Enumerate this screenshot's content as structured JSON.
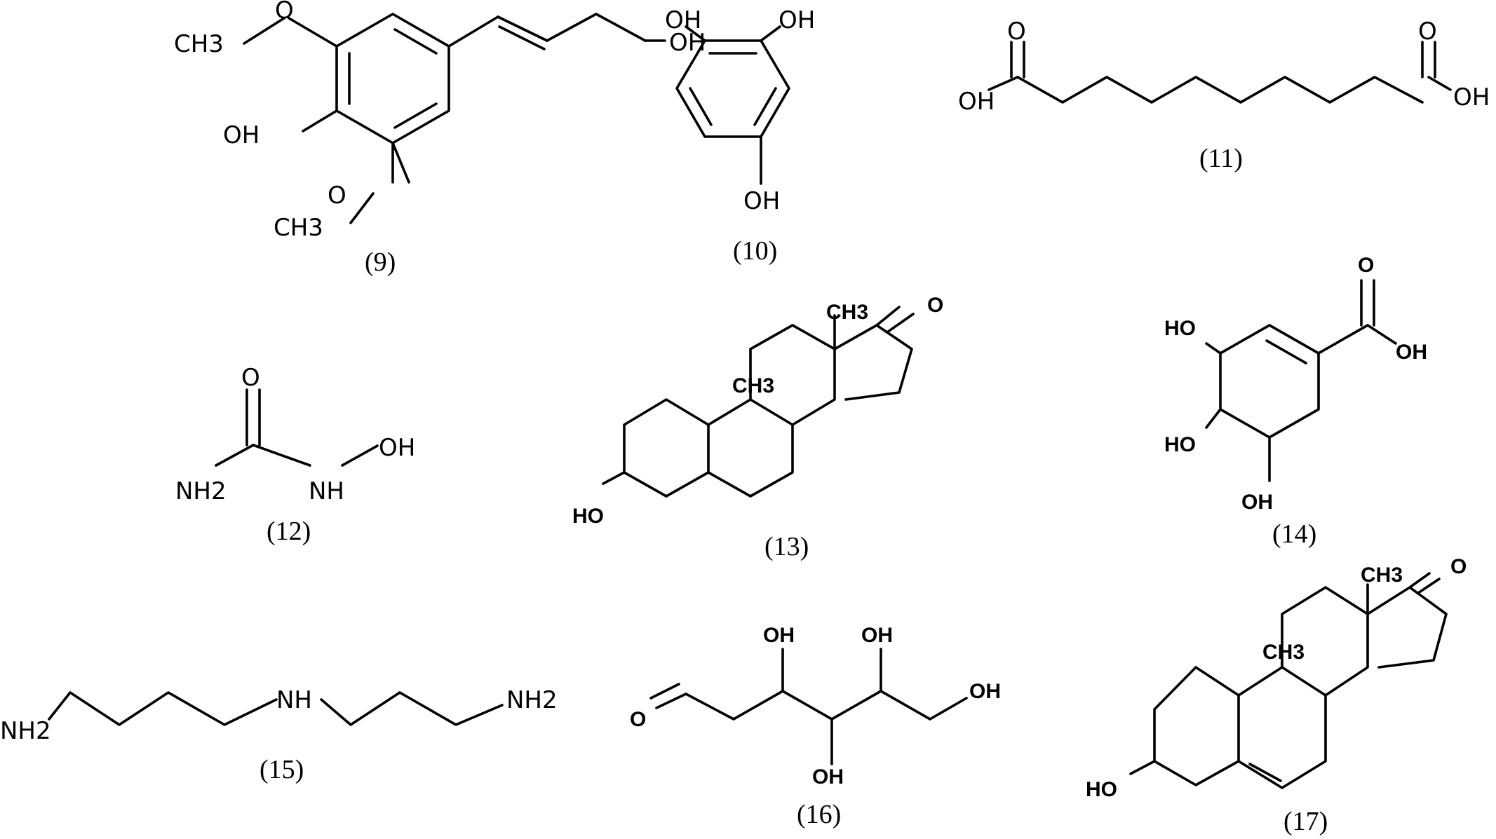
{
  "figure": {
    "molecules": [
      {
        "id": "9",
        "caption": "(9)",
        "labels": {
          "o1": "O",
          "me1": "CH3",
          "oh1": "OH",
          "oh2": "OH",
          "o2": "O",
          "me2": "CH3"
        }
      },
      {
        "id": "10",
        "caption": "(10)",
        "labels": {
          "oh1": "OH",
          "oh2": "OH",
          "oh3": "OH"
        }
      },
      {
        "id": "11",
        "caption": "(11)",
        "labels": {
          "o1": "O",
          "oh1": "OH",
          "o2": "O",
          "oh2": "OH"
        }
      },
      {
        "id": "12",
        "caption": "(12)",
        "labels": {
          "o1": "O",
          "oh1": "OH",
          "nh2": "NH2",
          "nh": "NH"
        }
      },
      {
        "id": "13",
        "caption": "(13)",
        "labels": {
          "me1": "CH3",
          "o1": "O",
          "me2": "CH3",
          "ho": "HO"
        }
      },
      {
        "id": "14",
        "caption": "(14)",
        "labels": {
          "o1": "O",
          "ho1": "HO",
          "oh1": "OH",
          "ho2": "HO",
          "oh2": "OH"
        }
      },
      {
        "id": "15",
        "caption": "(15)",
        "labels": {
          "nh2a": "NH2",
          "nh": "NH",
          "nh2b": "NH2"
        }
      },
      {
        "id": "16",
        "caption": "(16)",
        "labels": {
          "oh1": "OH",
          "oh2": "OH",
          "o1": "O",
          "oh3": "OH",
          "oh4": "OH"
        }
      },
      {
        "id": "17",
        "caption": "(17)",
        "labels": {
          "me1": "CH3",
          "o1": "O",
          "me2": "CH3",
          "ho": "HO"
        }
      }
    ]
  }
}
